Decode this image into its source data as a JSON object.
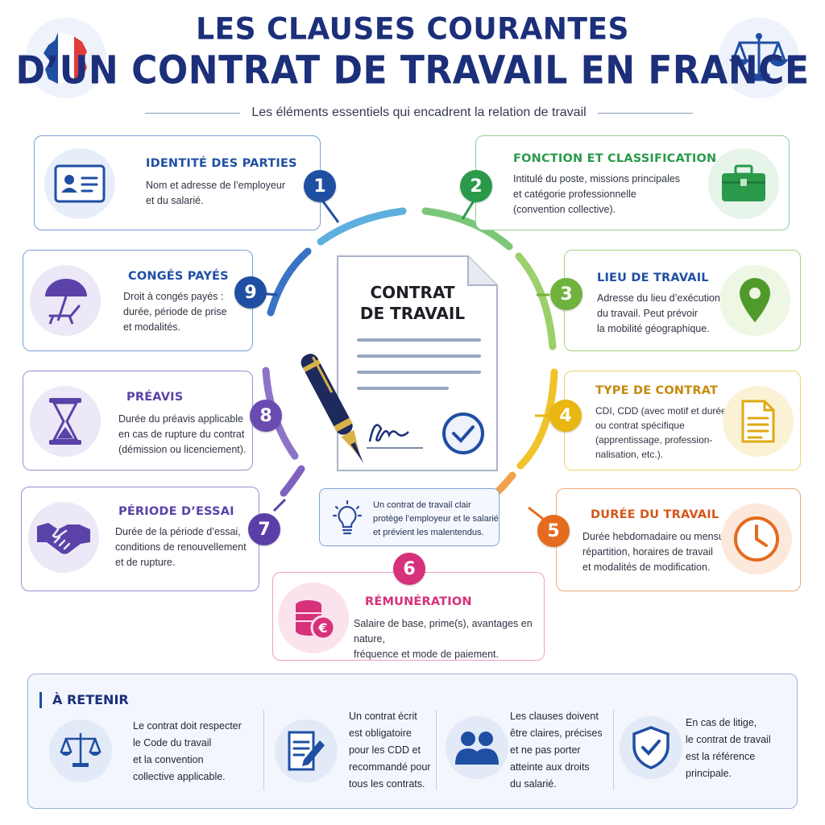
{
  "header": {
    "title_line1": "LES CLAUSES COURANTES",
    "title_line2": "D’UN CONTRAT DE TRAVAIL EN FRANCE",
    "subtitle": "Les éléments essentiels qui encadrent la relation de travail"
  },
  "center": {
    "document_title": "CONTRAT\nDE TRAVAIL",
    "tip": "Un contrat de travail clair\nprotège l’employeur et le salarié\net prévient les malentendus."
  },
  "clauses": [
    {
      "number": "1",
      "title": "IDENTITÉ DES PARTIES",
      "description": "Nom et adresse de l’employeur\net du salarié.",
      "color": "#1f4fa3",
      "icon": "id-card-icon"
    },
    {
      "number": "2",
      "title": "FONCTION ET CLASSIFICATION",
      "description": "Intitulé du poste, missions principales\net catégorie professionnelle\n(convention collective).",
      "color": "#2a9a4a",
      "icon": "briefcase-icon"
    },
    {
      "number": "3",
      "title": "LIEU DE TRAVAIL",
      "description": "Adresse du lieu d’exécution\ndu travail. Peut prévoir\nla mobilité géographique.",
      "color": "#6fb23c",
      "icon": "location-pin-icon"
    },
    {
      "number": "4",
      "title": "TYPE DE CONTRAT",
      "description": "CDI, CDD (avec motif et durée)\nou contrat spécifique\n(apprentissage, profession-\nnalisation, etc.).",
      "color": "#e9b711",
      "icon": "document-icon"
    },
    {
      "number": "5",
      "title": "DURÉE DU TRAVAIL",
      "description": "Durée hebdomadaire ou mensuelle,\nrépartition, horaires de travail\net modalités de modification.",
      "color": "#e56b1f",
      "icon": "clock-icon"
    },
    {
      "number": "6",
      "title": "RÉMUNÉRATION",
      "description": "Salaire de base, prime(s), avantages en nature,\nfréquence et mode de paiement.",
      "color": "#d6317a",
      "icon": "coins-euro-icon"
    },
    {
      "number": "7",
      "title": "PÉRIODE D’ESSAI",
      "description": "Durée de la période d’essai,\nconditions de renouvellement\net de rupture.",
      "color": "#5b3fa8",
      "icon": "handshake-icon"
    },
    {
      "number": "8",
      "title": "PRÉAVIS",
      "description": "Durée du préavis applicable\nen cas de rupture du contrat\n(démission ou licenciement).",
      "color": "#6a4cb0",
      "icon": "hourglass-icon"
    },
    {
      "number": "9",
      "title": "CONGÉS PAYÉS",
      "description": "Droit à congés payés :\ndurée, période de prise\net modalités.",
      "color": "#1f4fa3",
      "icon": "beach-umbrella-icon"
    }
  ],
  "retenir": {
    "title": "À RETENIR",
    "items": [
      {
        "text": "Le contrat doit respecter\nle Code du travail\net la convention\ncollective applicable.",
        "icon": "scales-icon"
      },
      {
        "text": "Un contrat écrit\nest obligatoire\npour les CDD et\nrecommandé pour\ntous les contrats.",
        "icon": "written-document-icon"
      },
      {
        "text": "Les clauses doivent\nêtre claires, précises\net ne pas porter\natteinte aux droits\ndu salarié.",
        "icon": "people-icon"
      },
      {
        "text": "En cas de litige,\nle contrat de travail\nest la référence\nprincipale.",
        "icon": "shield-check-icon"
      }
    ]
  }
}
